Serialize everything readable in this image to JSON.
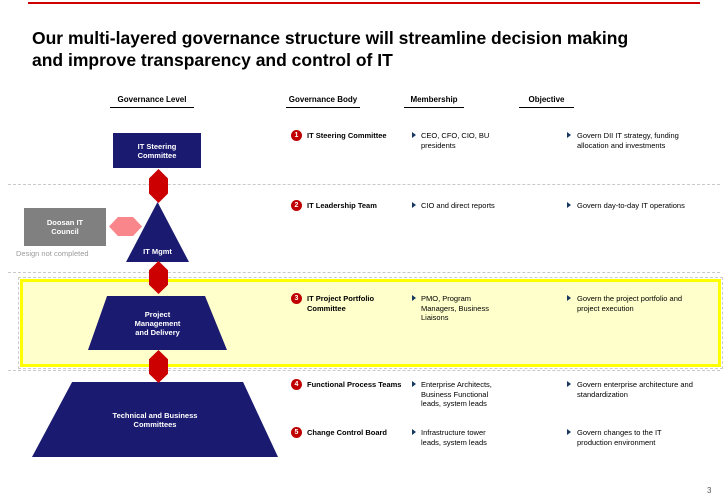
{
  "slide": {
    "title": "Our multi-layered governance structure will streamline decision making and improve transparency and control of IT",
    "page_number": "3"
  },
  "table": {
    "headers": [
      {
        "label": "Governance Level"
      },
      {
        "label": "Governance Body"
      },
      {
        "label": "Membership"
      },
      {
        "label": "Objective"
      }
    ],
    "rows": [
      {
        "num": "1",
        "body": "IT Steering Committee",
        "membership": "CEO, CFO, CIO,  BU presidents",
        "objective": "Govern DII IT strategy, funding allocation and investments",
        "highlighted": false
      },
      {
        "num": "2",
        "body": "IT Leadership Team",
        "membership": "CIO and direct reports",
        "objective": "Govern day-to-day IT operations",
        "highlighted": false
      },
      {
        "num": "3",
        "body": "IT Project Portfolio Committee",
        "membership": "PMO, Program Managers, Business Liaisons",
        "objective": "Govern the project portfolio  and project execution",
        "highlighted": true
      },
      {
        "num": "4",
        "body": "Functional Process Teams",
        "membership": "Enterprise Architects, Business Functional leads, system leads",
        "objective": "Govern enterprise architecture and standardization",
        "highlighted": false
      },
      {
        "num": "5",
        "body": "Change Control Board",
        "membership": "Infrastructure tower leads, system leads",
        "objective": "Govern changes to the IT production environment",
        "highlighted": false
      }
    ]
  },
  "pyramid": {
    "steering_box": "IT Steering Committee",
    "mgmt_triangle": "IT Mgmt",
    "pm_trapezoid": "Project Management and Delivery",
    "tech_trapezoid": "Technical and Business Committees",
    "side_box": "Doosan IT Council",
    "side_caption": "Design not completed"
  },
  "colors": {
    "navy": "#1A1A70",
    "diamond_red": "#CC0000",
    "badge_red": "#C00000",
    "pink_arrow": "#F8868B",
    "gray_box": "#808080",
    "highlight_fill": "#FFFFCC",
    "highlight_border": "#FFFF00",
    "top_rule_red": "#CC0000"
  }
}
